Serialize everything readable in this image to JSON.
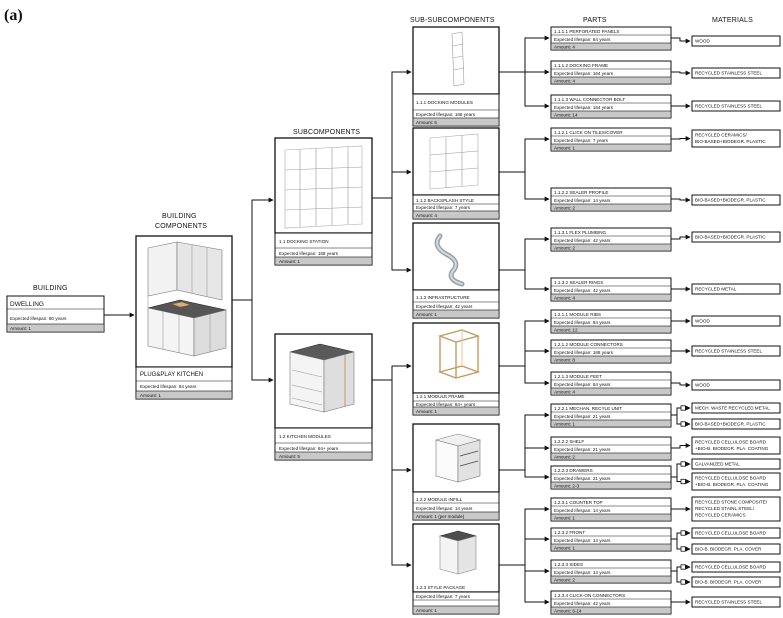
{
  "panel_label": "(a)",
  "headers": {
    "building": "BUILDING",
    "building_components_1": "BUILDING",
    "building_components_2": "COMPONENTS",
    "subcomponents": "SUBCOMPONENTS",
    "sub_subcomponents": "SUB-SUBCOMPONENTS",
    "parts": "PARTS",
    "materials": "MATERIALS"
  },
  "building": {
    "title": "DWELLING",
    "lifespan": "Expected lifespan: 80 years",
    "amount": "Amount: 1"
  },
  "building_component": {
    "title": "PLUG&PLAY KITCHEN",
    "lifespan": "Expected lifespan: 84 years",
    "amount": "Amount: 1"
  },
  "subcomponents": [
    {
      "title": "1.1 DOCKING STATION",
      "lifespan": "Expected lifespan: 168 years",
      "amount": "Amount: 1"
    },
    {
      "title": "1.2 KITCHEN MODULES",
      "lifespan": "Expected lifespan: 84+ years",
      "amount": "Amount: 5"
    }
  ],
  "sub_subcomponents": [
    {
      "title": "1.1.1 DOCKING MODULES",
      "lifespan": "Expected lifespan: 168 years",
      "amount": "Amount: 5"
    },
    {
      "title": "1.1.2 BACKSPLASH STYLE",
      "lifespan": "Expected lifespan: 7 years",
      "amount": "Amount: 4"
    },
    {
      "title": "1.1.3 INFRASTRUCTURE",
      "lifespan": "Expected lifespan: 42 years",
      "amount": "Amount: 1"
    },
    {
      "title": "1.2.1 MODULE FRAME",
      "lifespan": "Expected lifespan: 84+ years",
      "amount": "Amount: 1"
    },
    {
      "title": "1.2.2 MODULE INFILL",
      "lifespan": "Expected lifespan: 14 years",
      "amount": "Amount: 1 (per module)"
    },
    {
      "title": "1.2.3 STYLE PACKAGE",
      "lifespan": "Expected lifespan: 7 years",
      "amount": "Amount: 1"
    }
  ],
  "parts": [
    {
      "title": "1.1.1.1 PERFORATED PANELS",
      "lifespan": "Expected lifespan: 84 years",
      "amount": "Amount: 4"
    },
    {
      "title": "1.1.1.2 DOCKING FRAME",
      "lifespan": "Expected lifespan: 164 years",
      "amount": "Amount: 4"
    },
    {
      "title": "1.1.1.3 WALL CONNECTOR BOLT",
      "lifespan": "Expected lifespan: 164 years",
      "amount": "Amount: 14"
    },
    {
      "title": "1.1.2.1 CLICK ON TILES/COVER",
      "lifespan": "Expected lifespan: 7 years",
      "amount": "Amount: 1"
    },
    {
      "title": "1.1.2.2 SEALER PROFILE",
      "lifespan": "Expected lifespan: 14 years",
      "amount": "Amount: 2"
    },
    {
      "title": "1.1.3.1 FLEX PLUMBING",
      "lifespan": "Expected lifespan: 42 years",
      "amount": "Amount: 2"
    },
    {
      "title": "1.1.3.2 SEALER RINGS",
      "lifespan": "Expected lifespan: 42 years",
      "amount": "Amount: 4"
    },
    {
      "title": "1.2.1.1 MODULE RIBS",
      "lifespan": "Expected lifespan: 84 years",
      "amount": "Amount: 12"
    },
    {
      "title": "1.2.1.2 MODULE CONNECTORS",
      "lifespan": "Expected lifespan: 168 years",
      "amount": "Amount: 8"
    },
    {
      "title": "1.2.1.3 MODULE FEET",
      "lifespan": "Expected lifespan: 84 years",
      "amount": "Amount: 4"
    },
    {
      "title": "1.2.2.1 MECHAN. RECYLE UNIT",
      "lifespan": "Expected lifespan: 21 years",
      "amount": "Amount: 1"
    },
    {
      "title": "1.2.2.2 SHELF",
      "lifespan": "Expected lifespan: 21 years",
      "amount": "Amount: 2"
    },
    {
      "title": "1.2.2.3 DRAWERS",
      "lifespan": "Expected lifespan: 21 years",
      "amount": "Amount: 2-3"
    },
    {
      "title": "1.2.3.1 COUNTER TOP",
      "lifespan": "Expected lifespan: 14 years",
      "amount": "Amount: 1"
    },
    {
      "title": "1.2.3.2 FRONT",
      "lifespan": "Expected lifespan: 14 years",
      "amount": "Amount: 1"
    },
    {
      "title": "1.2.3.3 SIDES",
      "lifespan": "Expected lifespan: 14 years",
      "amount": "Amount: 2"
    },
    {
      "title": "1.2.3.4 CLICK-ON CONNECTORS",
      "lifespan": "Expected lifespan: 42 years",
      "amount": "Amount: 6-14"
    }
  ],
  "materials": [
    {
      "line1": "WOOD",
      "line2": ""
    },
    {
      "line1": "RECYCLED STAINLESS STEEL",
      "line2": ""
    },
    {
      "line1": "RECYCLED STAINLESS STEEL",
      "line2": ""
    },
    {
      "line1": "RECYCLED CERAMICS/",
      "line2": "BIO-BASED+BIODEGR. PLASTIC"
    },
    {
      "line1": "BIO-BASED+BIODEGR. PLASTIC",
      "line2": ""
    },
    {
      "line1": "BIO-BASED+BIODEGR. PLASTIC",
      "line2": ""
    },
    {
      "line1": "RECYCLED METAL",
      "line2": ""
    },
    {
      "line1": "WOOD",
      "line2": ""
    },
    {
      "line1": "RECYCLED STAINLESS STEEL",
      "line2": ""
    },
    {
      "line1": "WOOD",
      "line2": ""
    },
    {
      "line1": "MECH. WASTE RECYCLED METAL",
      "line2": ""
    },
    {
      "line1": "BIO-BASED+BIODEGR. PLASTIC",
      "line2": ""
    },
    {
      "line1": "RECYCLED CELLULOSE BOARD",
      "line2": "+BIO-B. BIODEGR. PLA. COATING"
    },
    {
      "line1": "GALVANIZED METAL",
      "line2": ""
    },
    {
      "line1": "RECYCLED CELLULOSE BOARD",
      "line2": "+BIO-B. BIODEGR. PLA. COATING"
    },
    {
      "line1": "RECYCLED STONE COMPOSITE/",
      "line2": "RECYCLED STAINL.STEEL/",
      "line3": "RECYCLED CERAMICS"
    },
    {
      "line1": "RECYCLED CELLULOSE BOARD",
      "line2": ""
    },
    {
      "line1": "BIO-B. BIODEGR. PLA. COVER",
      "line2": ""
    },
    {
      "line1": "RECYCLED CELLULOSE BOARD",
      "line2": ""
    },
    {
      "line1": "BIO-B. BIODEGR. PLA. COVER",
      "line2": ""
    },
    {
      "line1": "RECYCLED STAINLESS STEEL",
      "line2": ""
    }
  ]
}
